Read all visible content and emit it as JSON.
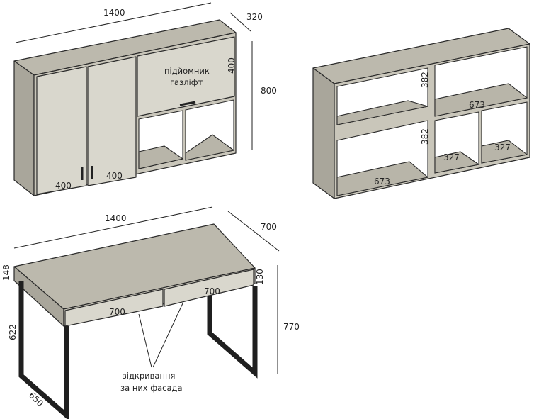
{
  "wall_cabinet": {
    "width": "1400",
    "depth": "320",
    "height": "800",
    "lift_height": "400",
    "door_left_width": "400",
    "door_right_width": "400",
    "lift_label_line1": "підйомник",
    "lift_label_line2": "газліфт"
  },
  "open_shelf": {
    "upper_height": "382",
    "lower_height": "382",
    "bottom_width": "673",
    "right_width": "673",
    "cell_left_width": "327",
    "cell_right_width": "327"
  },
  "desk": {
    "width": "1400",
    "depth": "700",
    "top_height": "148",
    "drawer_height": "130",
    "total_height": "770",
    "leg_height": "622",
    "leg_span": "650",
    "drawer_left_width": "700",
    "drawer_right_width": "700",
    "note_line1": "відкривання",
    "note_line2": "за них фасада"
  }
}
